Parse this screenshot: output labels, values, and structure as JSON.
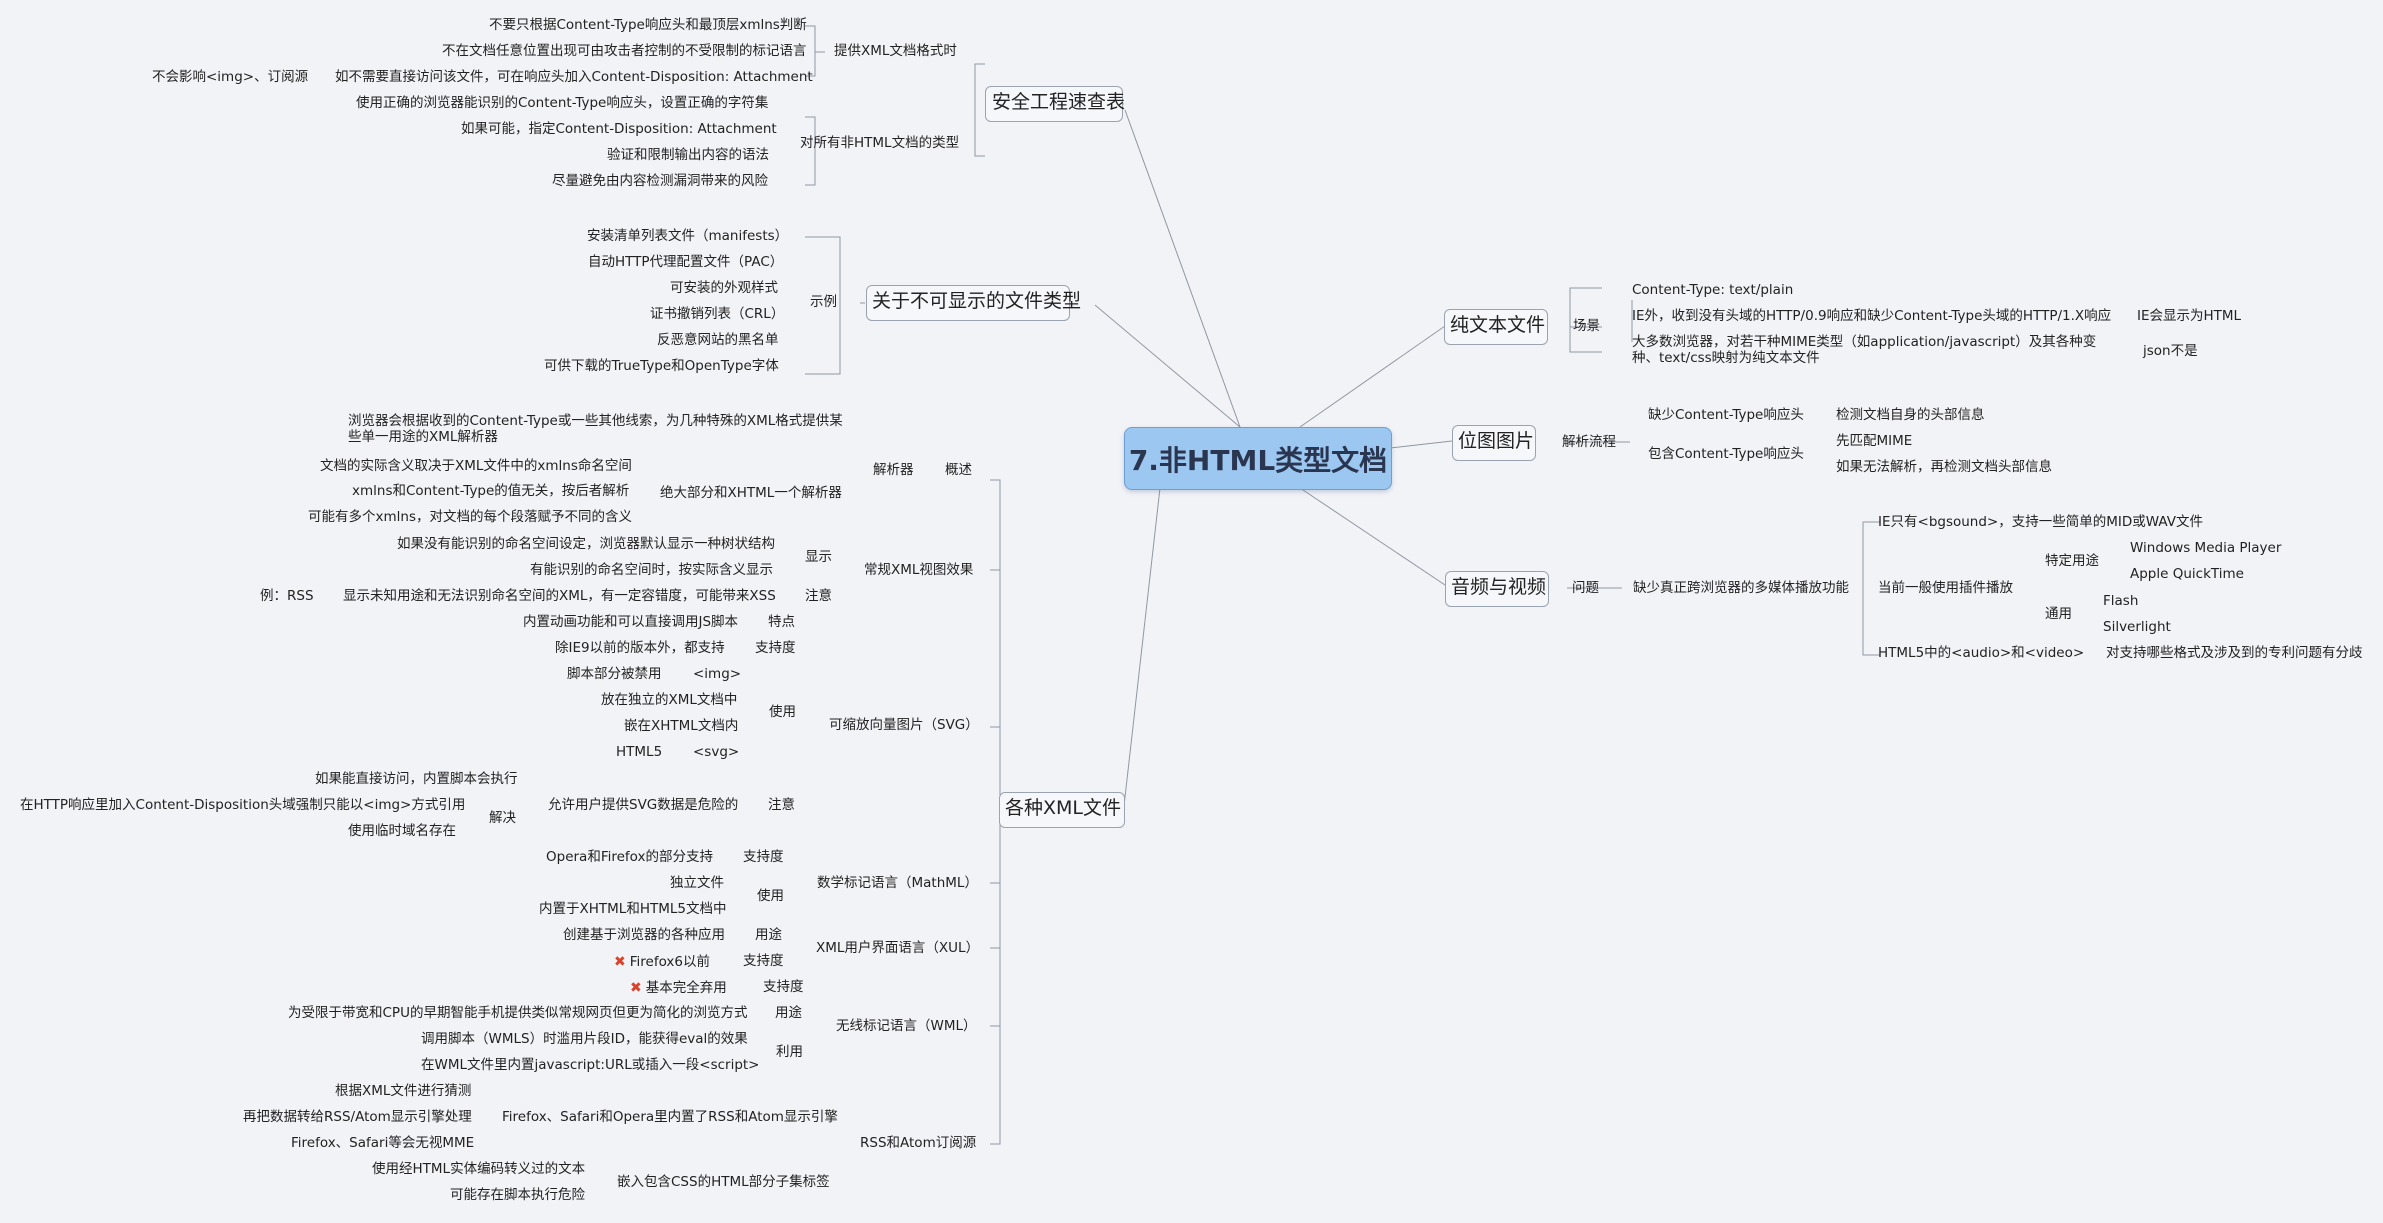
{
  "root": "7.非HTML类型文档",
  "branches": {
    "safety": {
      "title": "安全工程速查表",
      "xml_fmt": {
        "label": "提供XML文档格式时",
        "items": [
          "不要只根据Content-Type响应头和最顶层xmlns判断",
          "不在文档任意位置出现可由攻击者控制的不受限制的标记语言",
          "如不需要直接访问该文件，可在响应头加入Content-Disposition: Attachment"
        ],
        "note": "不会影响<img>、订阅源"
      },
      "non_html": {
        "label": "对所有非HTML文档的类型",
        "items": [
          "使用正确的浏览器能识别的Content-Type响应头，设置正确的字符集",
          "如果可能，指定Content-Disposition: Attachment",
          "验证和限制输出内容的语法",
          "尽量避免由内容检测漏洞带来的风险"
        ]
      }
    },
    "undisplayable": {
      "title": "关于不可显示的文件类型",
      "example_label": "示例",
      "items": [
        "安装清单列表文件（manifests）",
        "自动HTTP代理配置文件（PAC）",
        "可安装的外观样式",
        "证书撤销列表（CRL）",
        "反恶意网站的黑名单",
        "可供下载的TrueType和OpenType字体"
      ]
    },
    "xml": {
      "title": "各种XML文件",
      "overview": {
        "label": "概述",
        "parser": {
          "label": "解析器",
          "first": "浏览器会根据收到的Content-Type或一些其他线索，为几种特殊的XML格式提供某些单一用途的XML解析器",
          "most_label": "绝大部分和XHTML一个解析器",
          "most_items": [
            "文档的实际含义取决于XML文件中的xmlns命名空间",
            "xmlns和Content-Type的值无关，按后者解析",
            "可能有多个xmlns，对文档的每个段落赋予不同的含义"
          ]
        }
      },
      "regular": {
        "label": "常规XML视图效果",
        "show_label": "显示",
        "show_items": [
          "如果没有能识别的命名空间设定，浏览器默认显示一种树状结构",
          "有能识别的命名空间时，按实际含义显示"
        ],
        "note_label": "注意",
        "note_item": "显示未知用途和无法识别命名空间的XML，有一定容错度，可能带来XSS",
        "note_example": "例：RSS"
      },
      "svg": {
        "label": "可缩放向量图片（SVG）",
        "feature_label": "特点",
        "feature": "内置动画功能和可以直接调用JS脚本",
        "support_label": "支持度",
        "support": "除IE9以前的版本外，都支持",
        "use_label": "使用",
        "use_items": [
          "脚本部分被禁用",
          "放在独立的XML文档中",
          "嵌在XHTML文档内",
          "HTML5"
        ],
        "use_img": "<img>",
        "use_svg": "<svg>",
        "note_label": "注意",
        "danger": "允许用户提供SVG数据是危险的",
        "danger_items": [
          "如果能直接访问，内置脚本会执行"
        ],
        "solve_label": "解决",
        "solve_items": [
          "在HTTP响应里加入Content-Disposition头域强制只能以<img>方式引用",
          "使用临时域名存在"
        ]
      },
      "mathml": {
        "label": "数学标记语言（MathML）",
        "support_label": "支持度",
        "support": "Opera和Firefox的部分支持",
        "use_label": "使用",
        "use_items": [
          "独立文件",
          "内置于XHTML和HTML5文档中"
        ]
      },
      "xul": {
        "label": "XML用户界面语言（XUL）",
        "use_label": "用途",
        "use": "创建基于浏览器的各种应用",
        "support_label": "支持度",
        "support": "Firefox6以前"
      },
      "wml": {
        "label": "无线标记语言（WML）",
        "support_label": "支持度",
        "support": "基本完全弃用",
        "use_label": "用途",
        "use": "为受限于带宽和CPU的早期智能手机提供类似常规网页但更为简化的浏览方式",
        "exploit_label": "利用",
        "exploit_items": [
          "调用脚本（WMLS）时滥用片段ID，能获得eval的效果",
          "在WML文件里内置javascript:URL或插入一段<script>"
        ]
      },
      "rss": {
        "label": "RSS和Atom订阅源",
        "built_in": "Firefox、Safari和Opera里内置了RSS和Atom显示引擎",
        "built_items": [
          "根据XML文件进行猜测",
          "再把数据转给RSS/Atom显示引擎处理",
          "Firefox、Safari等会无视MME"
        ],
        "embed": "嵌入包含CSS的HTML部分子集标签",
        "embed_items": [
          "使用经HTML实体编码转义过的文本",
          "可能存在脚本执行危险"
        ]
      }
    },
    "plain": {
      "title": "纯文本文件",
      "scene_label": "场景",
      "items": [
        "Content-Type: text/plain",
        "IE外，收到没有头域的HTTP/0.9响应和缺少Content-Type头域的HTTP/1.X响应",
        "大多数浏览器，对若干种MIME类型（如application/javascript）及其各种变种、text/css映射为纯文本文件"
      ],
      "ie_note": "IE会显示为HTML",
      "json_note": "json不是"
    },
    "bitmap": {
      "title": "位图图片",
      "flow_label": "解析流程",
      "missing": "缺少Content-Type响应头",
      "missing_note": "检测文档自身的头部信息",
      "has": "包含Content-Type响应头",
      "has_items": [
        "先匹配MIME",
        "如果无法解析，再检测文档头部信息"
      ]
    },
    "av": {
      "title": "音频与视频",
      "problem_label": "问题",
      "problem": "缺少真正跨浏览器的多媒体播放功能",
      "ie": "IE只有<bgsound>，支持一些简单的MID或WAV文件",
      "plugin": "当前一般使用插件播放",
      "specific_label": "特定用途",
      "specific_items": [
        "Windows Media Player",
        "Apple QuickTime"
      ],
      "general_label": "通用",
      "general_items": [
        "Flash",
        "Silverlight"
      ],
      "html5": "HTML5中的<audio>和<video>",
      "html5_note": "对支持哪些格式及涉及到的专利问题有分歧"
    }
  }
}
